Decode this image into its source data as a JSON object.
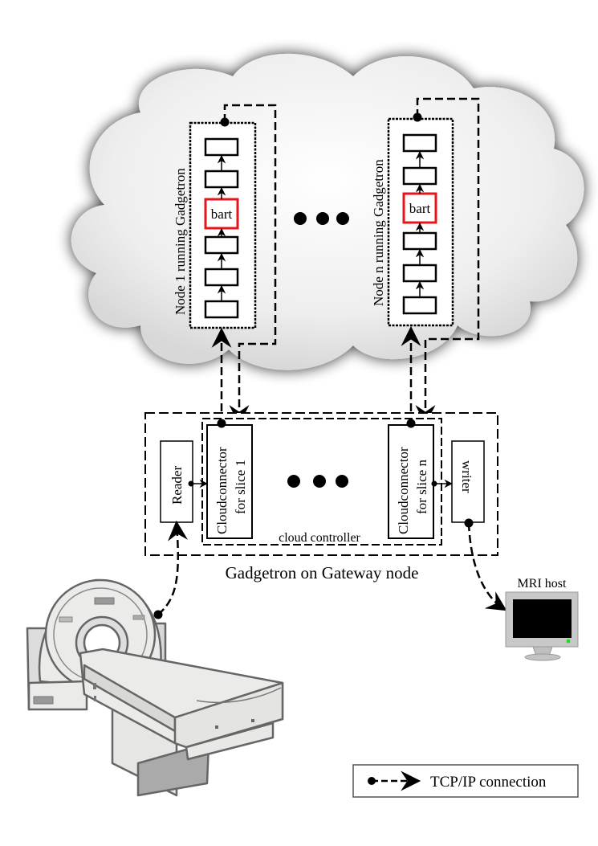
{
  "cloud": {
    "nodes": [
      {
        "label": "Node 1 running Gadgetron",
        "gadget_count": 6,
        "highlighted_gadget": "bart"
      },
      {
        "label": "Node n running Gadgetron",
        "gadget_count": 6,
        "highlighted_gadget": "bart"
      }
    ],
    "ellipsis": "●●●"
  },
  "gateway": {
    "title": "Gadgetron on Gateway node",
    "reader_label": "Reader",
    "writer_label": "writer",
    "cloud_controller_label": "cloud controller",
    "connectors": [
      {
        "line1": "Cloudconnector",
        "line2": "for slice 1"
      },
      {
        "line1": "Cloudconnector",
        "line2": "for slice n"
      }
    ]
  },
  "mri_host": {
    "label": "MRI host"
  },
  "legend": {
    "label": "TCP/IP connection"
  },
  "colors": {
    "highlight": "#e8141c",
    "screen": "#000000",
    "monitor_body": "#c8c8c8",
    "power_led": "#22dd22",
    "cloud_fill": "#f2f2f2"
  }
}
